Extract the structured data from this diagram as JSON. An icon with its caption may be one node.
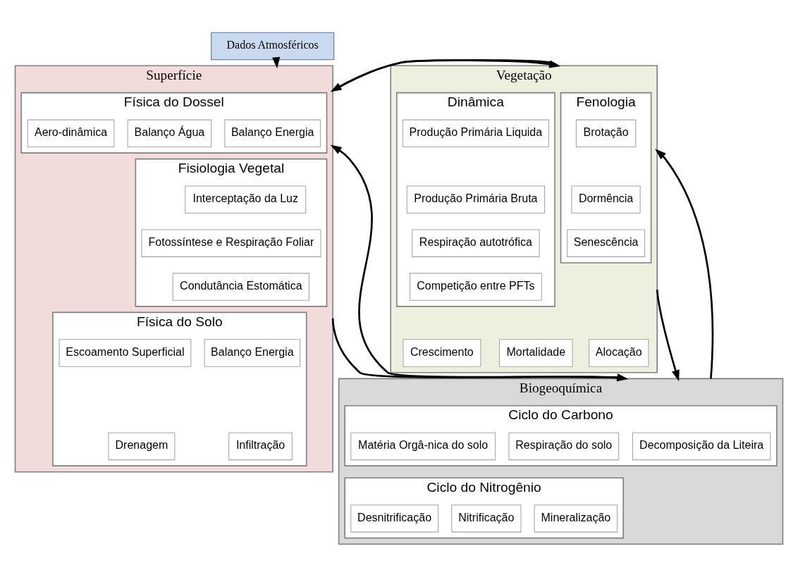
{
  "diagram": {
    "nodes": [
      {
        "text": [
          "Dados Atmosféricos"
        ]
      },
      {
        "text": [
          "Superfície"
        ]
      },
      {
        "text": [
          "Física do Dossel"
        ],
        "in": 1
      },
      {
        "text": [
          "Balanço Energia"
        ],
        "in": 2
      },
      {
        "text": [
          "Balanço Água"
        ],
        "in": 2
      },
      {
        "text": [
          "Aero-dinâmica"
        ],
        "in": 2
      },
      {
        "text": [
          "Fisiologia Vegetal"
        ],
        "in": 1
      },
      {
        "text": [
          "Interceptação da Luz"
        ],
        "in": 6
      },
      {
        "text": [
          "Fotossíntese e Respiração Foliar"
        ],
        "in": 6
      },
      {
        "text": [
          "Condutância Estomática"
        ],
        "in": 6
      },
      {
        "text": [
          "Física do Solo"
        ],
        "in": 1
      },
      {
        "text": [
          "Balanço Energia"
        ],
        "in": 10
      },
      {
        "text": [
          "Escoamento Superficial"
        ],
        "in": 10
      },
      {
        "text": [
          "Infiltração"
        ],
        "in": 10
      },
      {
        "text": [
          "Drenagem"
        ],
        "in": 10
      },
      {
        "text": [
          "Vegetação"
        ]
      },
      {
        "text": [
          "Fenologia"
        ],
        "in": 15
      },
      {
        "text": [
          "Brotação"
        ],
        "in": 16
      },
      {
        "text": [
          "Dormência"
        ],
        "in": 16
      },
      {
        "text": [
          "Senescência"
        ],
        "in": 16
      },
      {
        "text": [
          "Dinâmica"
        ],
        "in": 15
      },
      {
        "text": [
          "Produção Primária Liquida"
        ],
        "in": 20
      },
      {
        "text": [
          "Produção Primária Bruta"
        ],
        "in": 20
      },
      {
        "text": [
          "Respiração autotrófica"
        ],
        "in": 20
      },
      {
        "text": [
          "Competição entre PFTs"
        ],
        "in": 20
      },
      {
        "text": [
          "Alocação"
        ],
        "in": 15
      },
      {
        "text": [
          "Mortalidade"
        ],
        "in": 15
      },
      {
        "text": [
          "Crescimento"
        ],
        "in": 15
      },
      {
        "text": [
          "Biogeoquímica"
        ]
      },
      {
        "text": [
          "Ciclo do Carbono"
        ],
        "in": 28
      },
      {
        "text": [
          "Decomposição da Liteira"
        ],
        "in": 29
      },
      {
        "text": [
          "Respiração do solo"
        ],
        "in": 29
      },
      {
        "text": [
          "Matéria Orgâ-nica do solo"
        ],
        "in": 29
      },
      {
        "text": [
          "Ciclo do Nitrogênio"
        ],
        "in": 28
      },
      {
        "text": [
          "Mineralização"
        ],
        "in": 33
      },
      {
        "text": [
          "Nitrificação"
        ],
        "in": 33
      },
      {
        "text": [
          "Desnitrificação"
        ],
        "in": 33
      }
    ],
    "edges": [
      {
        "from": 0,
        "to": 1,
        "arrow": "to"
      },
      {
        "from": 1,
        "to": 15,
        "arrow": "to"
      },
      {
        "from": 15,
        "to": 1,
        "arrow": "to"
      },
      {
        "from": 15,
        "to": 28,
        "arrow": "to"
      },
      {
        "from": 28,
        "to": 15,
        "arrow": "to"
      },
      {
        "from": 1,
        "to": 28,
        "arrow": "to"
      },
      {
        "from": 28,
        "to": 1,
        "arrow": "to"
      }
    ]
  }
}
